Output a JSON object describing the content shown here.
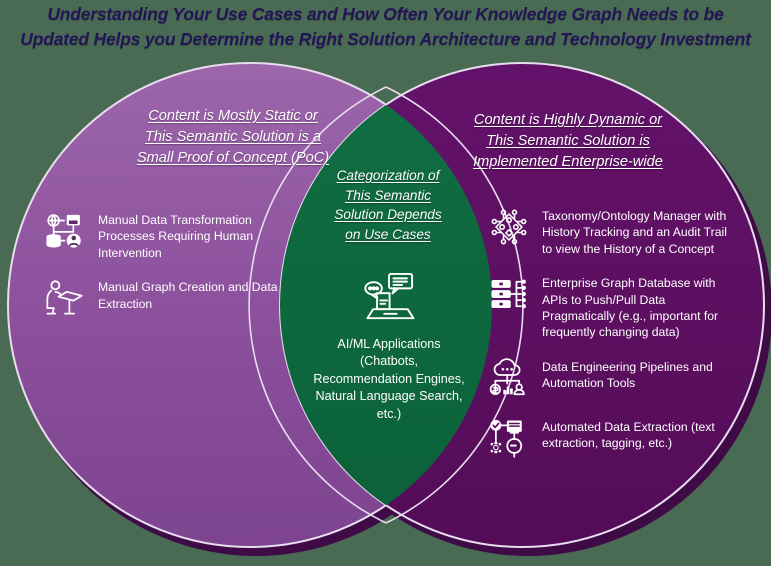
{
  "title": "Understanding Your Use Cases and How Often Your Knowledge Graph Needs to be Updated Helps you Determine the Right Solution Architecture and Technology Investment",
  "colors": {
    "background": "#4a6b53",
    "left_circle": "#8b4f9c",
    "right_circle": "#5b0f5f",
    "intersection": "#0d6b3e",
    "shadow_rim": "#3f0b47",
    "outline": "#e8dcef",
    "title_text": "#231557",
    "body_text": "#ffffff"
  },
  "left": {
    "heading_lines": [
      "Content is Mostly Static or",
      "This Semantic Solution is a",
      "Small Proof of Concept (PoC)"
    ],
    "items": [
      {
        "icon": "data-transformation-network-icon",
        "text": "Manual Data Transformation Processes Requiring Human Intervention"
      },
      {
        "icon": "person-at-desk-icon",
        "text": "Manual Graph Creation and Data Extraction"
      }
    ]
  },
  "center": {
    "heading_lines": [
      "Categorization of",
      "This Semantic",
      "Solution Depends",
      "on Use Cases"
    ],
    "icon": "laptop-chatbot-icon",
    "text": "AI/ML Applications (Chatbots, Recommendation Engines, Natural Language Search, etc.)"
  },
  "right": {
    "heading_lines": [
      "Content is Highly Dynamic or",
      "This Semantic Solution is",
      "Implemented Enterprise-wide"
    ],
    "items": [
      {
        "icon": "ontology-node-chip-icon",
        "text": "Taxonomy/Ontology Manager with History Tracking and an Audit Trail to view the History of a Concept"
      },
      {
        "icon": "database-api-icon",
        "text": "Enterprise Graph Database with APIs to Push/Pull Data Pragmatically (e.g., important for frequently changing data)"
      },
      {
        "icon": "cloud-automation-icon",
        "text": "Data Engineering Pipelines and Automation Tools"
      },
      {
        "icon": "automated-extraction-icon",
        "text": "Automated Data Extraction (text extraction, tagging, etc.)"
      }
    ]
  }
}
